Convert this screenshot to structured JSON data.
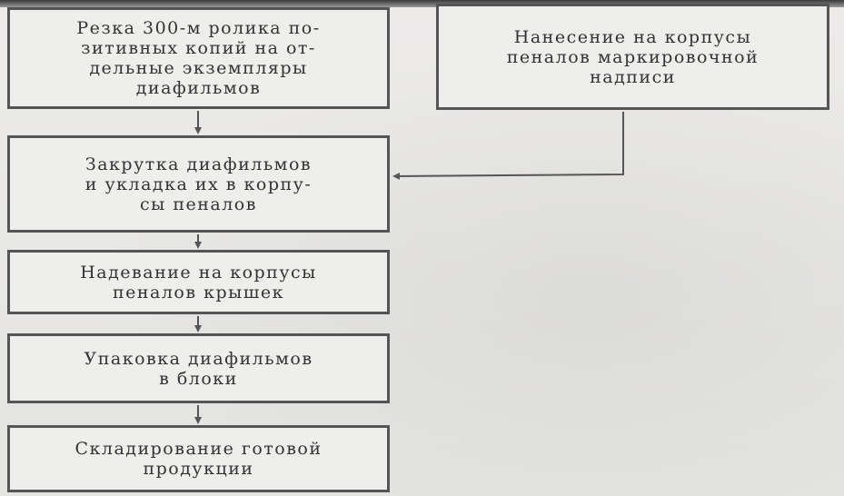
{
  "steps": [
    {
      "id": "cutting",
      "label": "Резка 300-м ролика по-\nзитивных копий на от-\nдельные экземпляры\nдиафильмов"
    },
    {
      "id": "twisting",
      "label": "Закрутка диафильмов\nи укладка их в корпу-\nсы пеналов"
    },
    {
      "id": "capping",
      "label": "Надевание на корпусы\nпеналов крышек"
    },
    {
      "id": "packing",
      "label": "Упаковка диафильмов\nв блоки"
    },
    {
      "id": "storage",
      "label": "Складирование готовой\nпродукции"
    }
  ],
  "side_step": {
    "id": "marking",
    "label": "Нанесение на корпусы\nпеналов маркировочной\nнадписи"
  },
  "colors": {
    "line": "#555555",
    "box_fill": "#eeeeec",
    "text": "#333333"
  }
}
